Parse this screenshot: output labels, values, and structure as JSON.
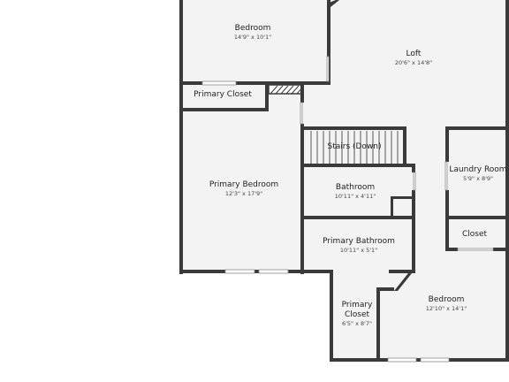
{
  "rooms": {
    "bedroom_top": {
      "name": "Bedroom",
      "dims": "14'9\" x 10'1\""
    },
    "loft": {
      "name": "Loft",
      "dims": "20'6\" x 14'8\""
    },
    "primary_closet_top": {
      "name": "Primary Closet"
    },
    "stairs": {
      "name": "Stairs (Down)"
    },
    "primary_bedroom": {
      "name": "Primary Bedroom",
      "dims": "12'3\" x 17'9\""
    },
    "laundry": {
      "name": "Laundry Room",
      "dims": "5'9\" x 8'9\""
    },
    "bathroom": {
      "name": "Bathroom",
      "dims": "10'11\" x 4'11\""
    },
    "closet": {
      "name": "Closet"
    },
    "primary_bathroom": {
      "name": "Primary Bathroom",
      "dims": "10'11\" x 5'1\""
    },
    "primary_closet_bottom": {
      "name_line1": "Primary",
      "name_line2": "Closet",
      "dims": "6'5\" x 8'7\""
    },
    "bedroom_bottom": {
      "name": "Bedroom",
      "dims": "12'10\" x 14'1\""
    }
  },
  "colors": {
    "wall": "#3a3a3a",
    "floor": "#f3f3f3",
    "background": "#ffffff"
  }
}
